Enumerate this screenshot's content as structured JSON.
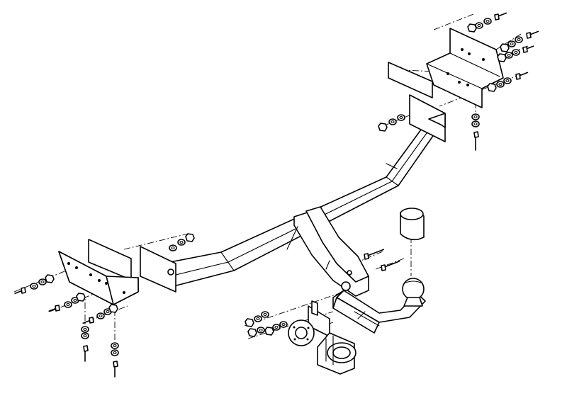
{
  "figure": {
    "colors": {
      "stroke": "#000000",
      "background": "#ffffff"
    },
    "parts": [
      "crossbar",
      "left-bracket",
      "right-bracket",
      "tow-neck",
      "tow-ball",
      "ball-cover",
      "socket-plate",
      "electrical-socket",
      "fastener-stacks"
    ]
  }
}
